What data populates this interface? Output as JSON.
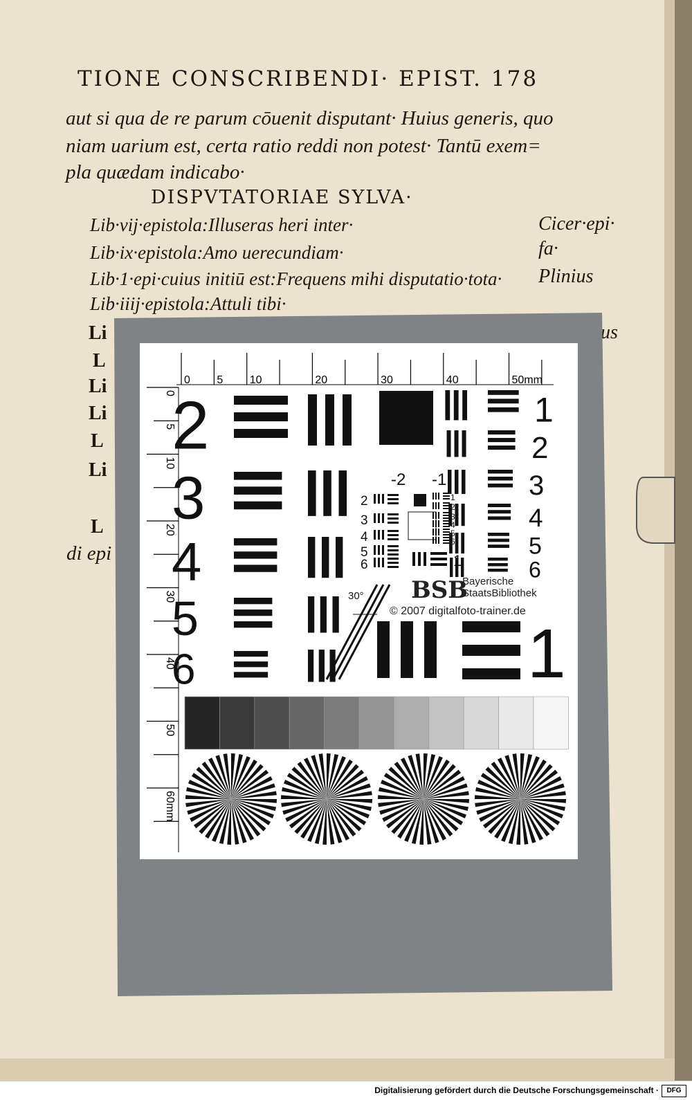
{
  "page": {
    "header": "TIONE CONSCRIBENDI· EPIST. 178",
    "lines": [
      "aut si qua de re parum cōuenit disputant· Huius generis, quo",
      "niam uarium est, certa ratio reddi non potest· Tantū exem=",
      "pla quædam indicabo·"
    ],
    "section_title": "DISPVTATORIAE SYLVA·",
    "list": [
      "Lib·vij·epistola:Illuseras heri inter·",
      "Lib·ix·epistola:Amo uerecundiam·",
      "Lib·1·epi·cuius initiū est:Frequens mihi disputatio·tota·",
      "Lib·iiij·epistola:Attuli tibi·"
    ],
    "margin_notes": [
      "Cicer·epi·",
      "fa·",
      "Plinius"
    ],
    "fragments": [
      "Li",
      "L",
      "Li",
      "Li",
      "L",
      "Li",
      "L",
      "di epi",
      "us"
    ]
  },
  "target": {
    "ruler_top_labels": [
      "0",
      "5",
      "10",
      "20",
      "30",
      "40",
      "50mm"
    ],
    "ruler_left_labels": [
      "0",
      "5",
      "10",
      "20",
      "30",
      "40",
      "50",
      "60mm"
    ],
    "big_numbers_left": [
      "2",
      "3",
      "4",
      "5",
      "6"
    ],
    "big_numbers_right": [
      "1",
      "2",
      "3",
      "4",
      "5",
      "6"
    ],
    "small_neg": [
      "-2",
      "-1"
    ],
    "inner_numbers_left": [
      "2",
      "3",
      "4",
      "5",
      "6"
    ],
    "inner_numbers_right": [
      "1",
      "2",
      "3",
      "4",
      "5",
      "6"
    ],
    "inner_one": "1",
    "angle_label": "30°",
    "logo_mark": "BSB",
    "logo_line1": "Bayerische",
    "logo_line2": "StaatsBibliothek",
    "copyright": "© 2007 digitalfoto-trainer.de",
    "bottom_one": "1",
    "gray_levels": [
      "#262626",
      "#3a3a3a",
      "#4e4e4e",
      "#666666",
      "#7c7c7c",
      "#959595",
      "#adadad",
      "#c3c3c3",
      "#d7d7d7",
      "#e9e9e9",
      "#f6f6f6"
    ]
  },
  "footer": {
    "text": "Digitalisierung gefördert durch die Deutsche Forschungsgemeinschaft ·",
    "logo": "DFG"
  },
  "colors": {
    "paper": "#ece3cf",
    "ink": "#1e1812",
    "card": "#7f8386",
    "target_bg": "#ffffff"
  }
}
